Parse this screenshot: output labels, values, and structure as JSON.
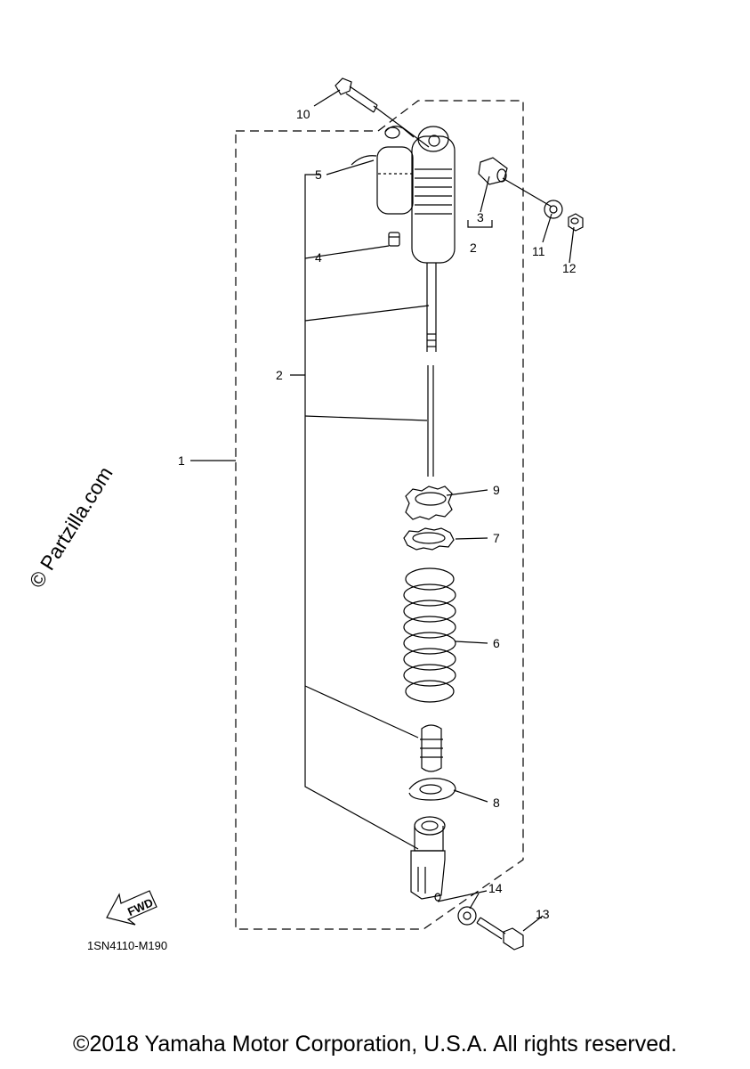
{
  "callouts": [
    {
      "id": "1",
      "label": "1"
    },
    {
      "id": "2a",
      "label": "2"
    },
    {
      "id": "2b",
      "label": "2"
    },
    {
      "id": "3",
      "label": "3"
    },
    {
      "id": "4",
      "label": "4"
    },
    {
      "id": "5",
      "label": "5"
    },
    {
      "id": "6",
      "label": "6"
    },
    {
      "id": "7",
      "label": "7"
    },
    {
      "id": "8",
      "label": "8"
    },
    {
      "id": "9",
      "label": "9"
    },
    {
      "id": "10",
      "label": "10"
    },
    {
      "id": "11",
      "label": "11"
    },
    {
      "id": "12",
      "label": "12"
    },
    {
      "id": "13",
      "label": "13"
    },
    {
      "id": "14",
      "label": "14"
    }
  ],
  "fwd_label": "FWD",
  "diagram_code": "1SN4110-M190",
  "watermark": "© Partzilla.com",
  "copyright": "©2018 Yamaha Motor Corporation, U.S.A. All rights reserved."
}
